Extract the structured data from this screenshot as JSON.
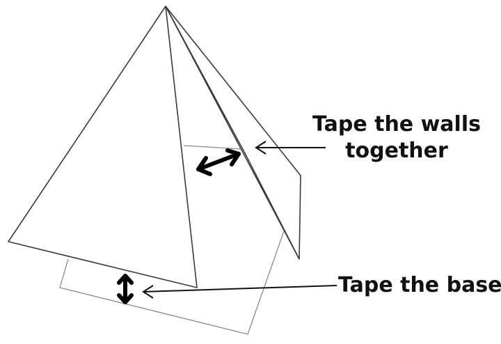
{
  "labels": {
    "walls_line1": "Tape the walls",
    "walls_line2": "together",
    "base": "Tape the base"
  }
}
